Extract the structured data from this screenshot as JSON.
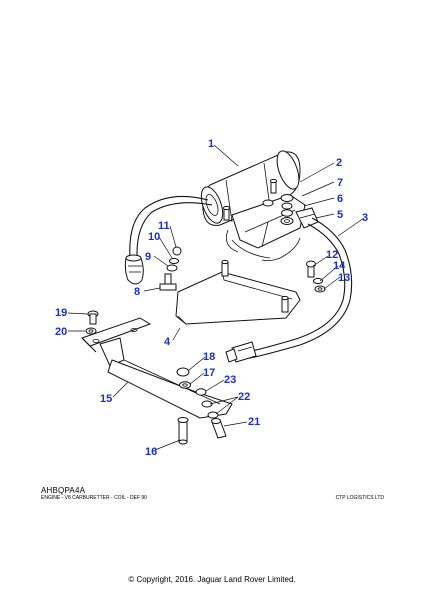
{
  "diagram": {
    "reference_code": "AHBQPA4A",
    "description": "ENGINE - V8 CARBURETTER - COIL - DEF 90",
    "vendor": "CTP LOGISTICS LTD",
    "copyright": "© Copyright, 2016. Jaguar Land Rover Limited.",
    "callouts": [
      "1",
      "2",
      "3",
      "4",
      "5",
      "6",
      "7",
      "8",
      "9",
      "10",
      "11",
      "12",
      "13",
      "14",
      "15",
      "16",
      "17",
      "18",
      "19",
      "20",
      "21",
      "22",
      "23"
    ]
  }
}
